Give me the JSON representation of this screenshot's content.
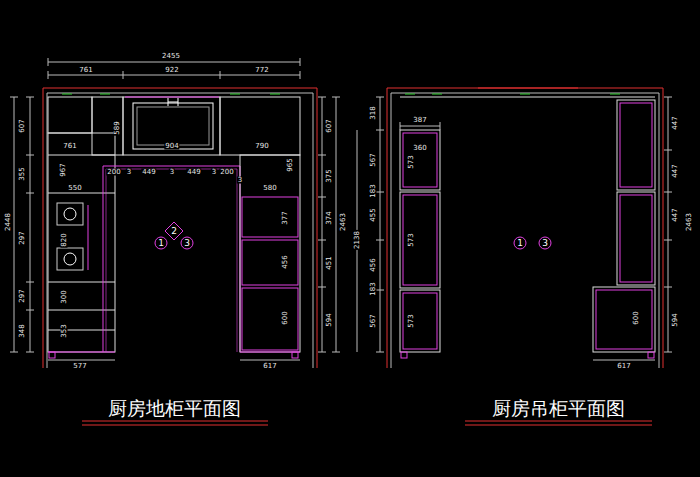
{
  "diagram": {
    "labels": [
      "2455",
      "761",
      "922",
      "772",
      "761",
      "589",
      "904",
      "790",
      "200",
      "3",
      "449",
      "3",
      "449",
      "3",
      "200",
      "3",
      "550",
      "580",
      "967",
      "965",
      "820",
      "300",
      "353",
      "377",
      "456",
      "600",
      "607",
      "355",
      "297",
      "297",
      "348",
      "2448",
      "607",
      "375",
      "374",
      "451",
      "594",
      "2463",
      "577",
      "617",
      "2",
      "1",
      "3",
      "387",
      "360",
      "573",
      "573",
      "573",
      "318",
      "567",
      "183",
      "455",
      "456",
      "183",
      "567",
      "2138",
      "447",
      "447",
      "447",
      "600",
      "594",
      "2463",
      "617",
      "1",
      "3",
      "厨房地柜平面图",
      "厨房吊柜平面图"
    ]
  }
}
